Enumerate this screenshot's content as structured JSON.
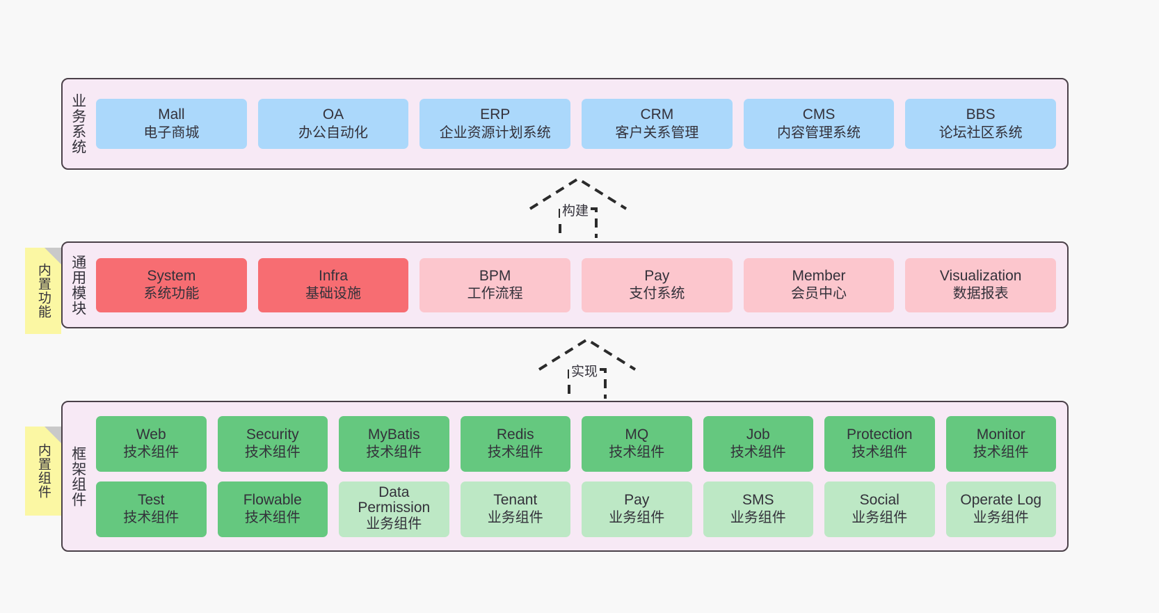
{
  "diagram": {
    "background_color": "#f8f8f8",
    "panel_color": "#f7e9f5",
    "panel_border_color": "#4a4048",
    "sticky_color": "#fbf7a3"
  },
  "layers": [
    {
      "id": "business-systems",
      "title": "业务系统",
      "sticky": null,
      "rows": [
        {
          "cards": [
            {
              "name": "Mall",
              "sub": "电子商城",
              "color": "#abd8fb",
              "variant": "c-blue"
            },
            {
              "name": "OA",
              "sub": "办公自动化",
              "color": "#abd8fb",
              "variant": "c-blue"
            },
            {
              "name": "ERP",
              "sub": "企业资源计划系统",
              "color": "#abd8fb",
              "variant": "c-blue"
            },
            {
              "name": "CRM",
              "sub": "客户关系管理",
              "color": "#abd8fb",
              "variant": "c-blue"
            },
            {
              "name": "CMS",
              "sub": "内容管理系统",
              "color": "#abd8fb",
              "variant": "c-blue"
            },
            {
              "name": "BBS",
              "sub": "论坛社区系统",
              "color": "#abd8fb",
              "variant": "c-blue"
            }
          ]
        }
      ]
    },
    {
      "id": "general-modules",
      "title": "通用模块",
      "sticky": "内置功能",
      "rows": [
        {
          "cards": [
            {
              "name": "System",
              "sub": "系统功能",
              "color": "#f76d72",
              "variant": "c-red"
            },
            {
              "name": "Infra",
              "sub": "基础设施",
              "color": "#f76d72",
              "variant": "c-red"
            },
            {
              "name": "BPM",
              "sub": "工作流程",
              "color": "#fcc6cd",
              "variant": "c-pink"
            },
            {
              "name": "Pay",
              "sub": "支付系统",
              "color": "#fcc6cd",
              "variant": "c-pink"
            },
            {
              "name": "Member",
              "sub": "会员中心",
              "color": "#fcc6cd",
              "variant": "c-pink"
            },
            {
              "name": "Visualization",
              "sub": "数据报表",
              "color": "#fcc6cd",
              "variant": "c-pink"
            }
          ]
        }
      ]
    },
    {
      "id": "framework-components",
      "title": "框架组件",
      "sticky": "内置组件",
      "rows": [
        {
          "cards": [
            {
              "name": "Web",
              "sub": "技术组件",
              "color": "#65c87f",
              "variant": "c-green"
            },
            {
              "name": "Security",
              "sub": "技术组件",
              "color": "#65c87f",
              "variant": "c-green"
            },
            {
              "name": "MyBatis",
              "sub": "技术组件",
              "color": "#65c87f",
              "variant": "c-green"
            },
            {
              "name": "Redis",
              "sub": "技术组件",
              "color": "#65c87f",
              "variant": "c-green"
            },
            {
              "name": "MQ",
              "sub": "技术组件",
              "color": "#65c87f",
              "variant": "c-green"
            },
            {
              "name": "Job",
              "sub": "技术组件",
              "color": "#65c87f",
              "variant": "c-green"
            },
            {
              "name": "Protection",
              "sub": "技术组件",
              "color": "#65c87f",
              "variant": "c-green"
            },
            {
              "name": "Monitor",
              "sub": "技术组件",
              "color": "#65c87f",
              "variant": "c-green"
            }
          ]
        },
        {
          "cards": [
            {
              "name": "Test",
              "sub": "技术组件",
              "color": "#65c87f",
              "variant": "c-green"
            },
            {
              "name": "Flowable",
              "sub": "技术组件",
              "color": "#65c87f",
              "variant": "c-green"
            },
            {
              "name": "Data Permission",
              "sub": "业务组件",
              "color": "#bde8c5",
              "variant": "c-lightgreen"
            },
            {
              "name": "Tenant",
              "sub": "业务组件",
              "color": "#bde8c5",
              "variant": "c-lightgreen"
            },
            {
              "name": "Pay",
              "sub": "业务组件",
              "color": "#bde8c5",
              "variant": "c-lightgreen"
            },
            {
              "name": "SMS",
              "sub": "业务组件",
              "color": "#bde8c5",
              "variant": "c-lightgreen"
            },
            {
              "name": "Social",
              "sub": "业务组件",
              "color": "#bde8c5",
              "variant": "c-lightgreen"
            },
            {
              "name": "Operate Log",
              "sub": "业务组件",
              "color": "#bde8c5",
              "variant": "c-lightgreen"
            }
          ]
        }
      ]
    }
  ],
  "connectors": [
    {
      "id": "build",
      "label": "构建",
      "from": "general-modules",
      "to": "business-systems"
    },
    {
      "id": "implement",
      "label": "实现",
      "from": "framework-components",
      "to": "general-modules"
    }
  ]
}
